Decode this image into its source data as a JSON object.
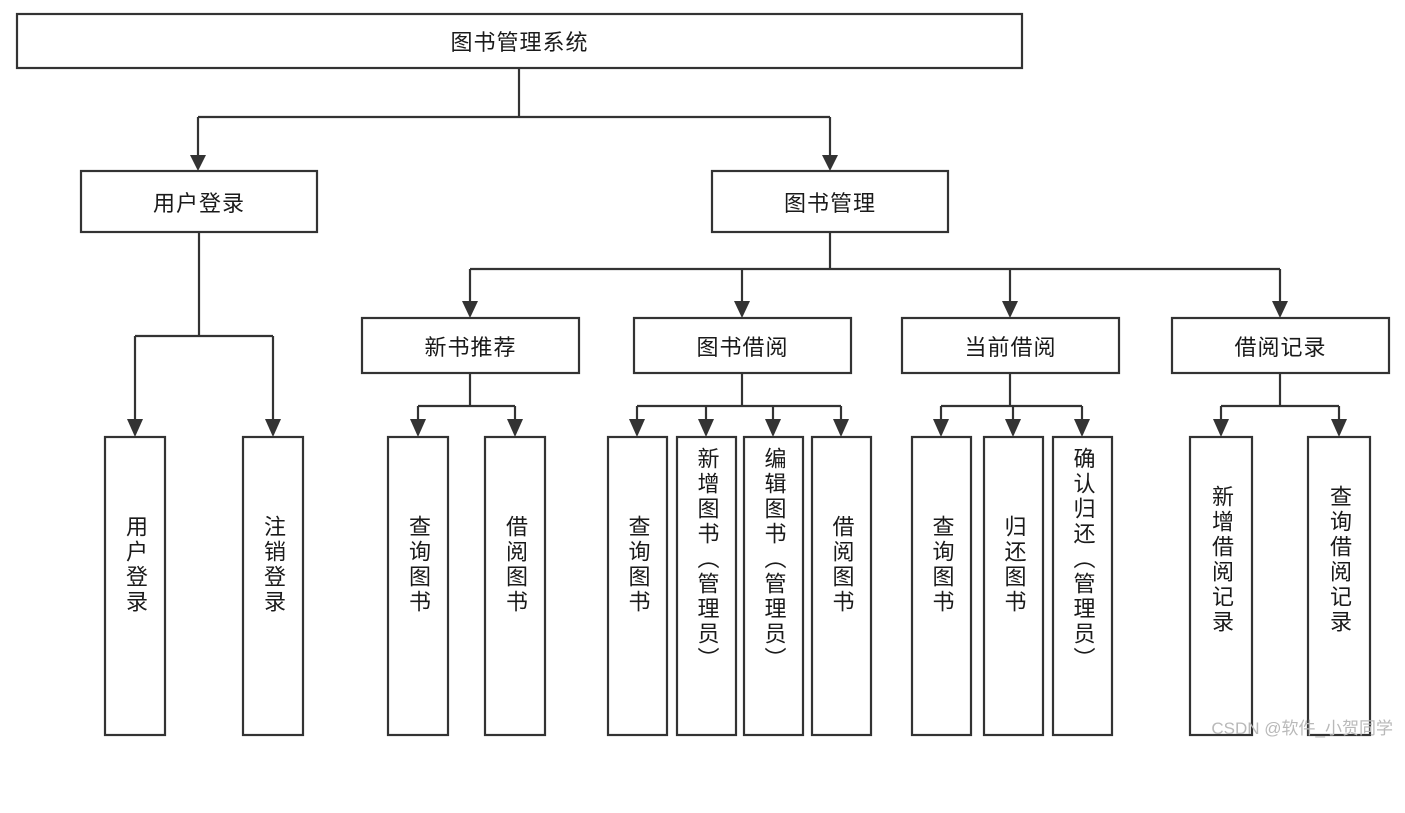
{
  "diagram": {
    "type": "tree-flowchart",
    "title": "图书管理系统",
    "watermark": "CSDN @软件_小贺同学",
    "colors": {
      "box_stroke": "#333333",
      "box_fill": "#ffffff",
      "connector": "#333333",
      "text": "#1a1a1a",
      "watermark": "#b9b9b9",
      "background": "#ffffff"
    },
    "root": {
      "label": "图书管理系统"
    },
    "level2": [
      {
        "label": "用户登录"
      },
      {
        "label": "图书管理"
      }
    ],
    "level3": [
      {
        "label": "新书推荐"
      },
      {
        "label": "图书借阅"
      },
      {
        "label": "当前借阅"
      },
      {
        "label": "借阅记录"
      }
    ],
    "leaves": {
      "user_login": [
        {
          "label": "用户登录"
        },
        {
          "label": "注销登录"
        }
      ],
      "new_book_recommend": [
        {
          "label": "查询图书"
        },
        {
          "label": "借阅图书"
        }
      ],
      "book_borrow": [
        {
          "label": "查询图书"
        },
        {
          "label": "新增图书（管理员）"
        },
        {
          "label": "编辑图书（管理员）"
        },
        {
          "label": "借阅图书"
        }
      ],
      "current_borrow": [
        {
          "label": "查询图书"
        },
        {
          "label": "归还图书"
        },
        {
          "label": "确认归还（管理员）"
        }
      ],
      "borrow_record": [
        {
          "label": "新增借阅记录"
        },
        {
          "label": "查询借阅记录"
        }
      ]
    }
  }
}
